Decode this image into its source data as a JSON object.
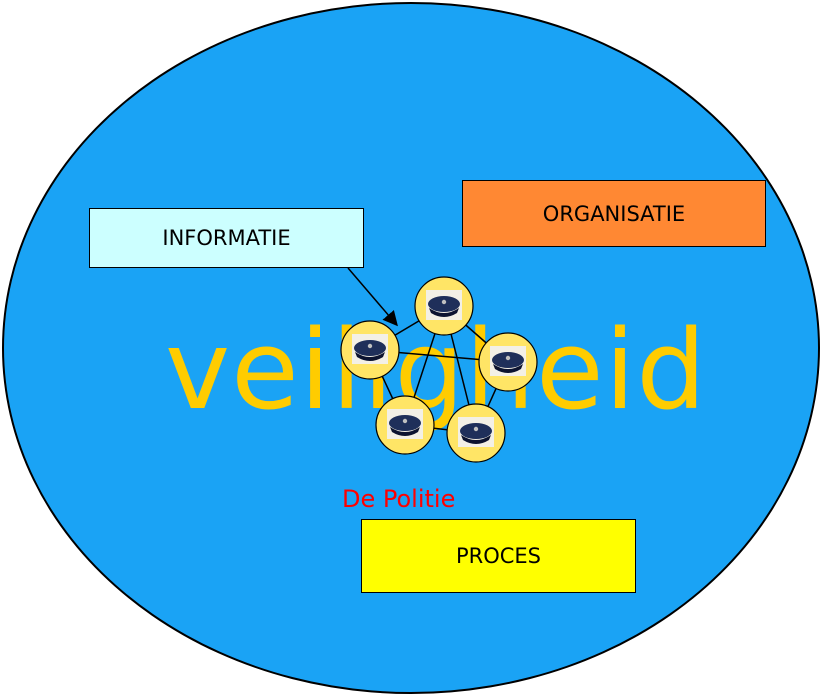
{
  "colors": {
    "background_ellipse": "#1aa3f5",
    "informatie_box": "#ccffff",
    "organisatie_box": "#ff8833",
    "proces_box": "#ffff00",
    "title_text": "#ffcc00",
    "subtitle_text": "#ff0000",
    "node_fill": "#ffe566"
  },
  "labels": {
    "informatie": "INFORMATIE",
    "organisatie": "ORGANISATIE",
    "proces": "PROCES",
    "center_word": "veiligheid",
    "subtitle": "De Politie"
  },
  "network": {
    "node_icon": "police-cap-icon",
    "node_count": 5
  }
}
